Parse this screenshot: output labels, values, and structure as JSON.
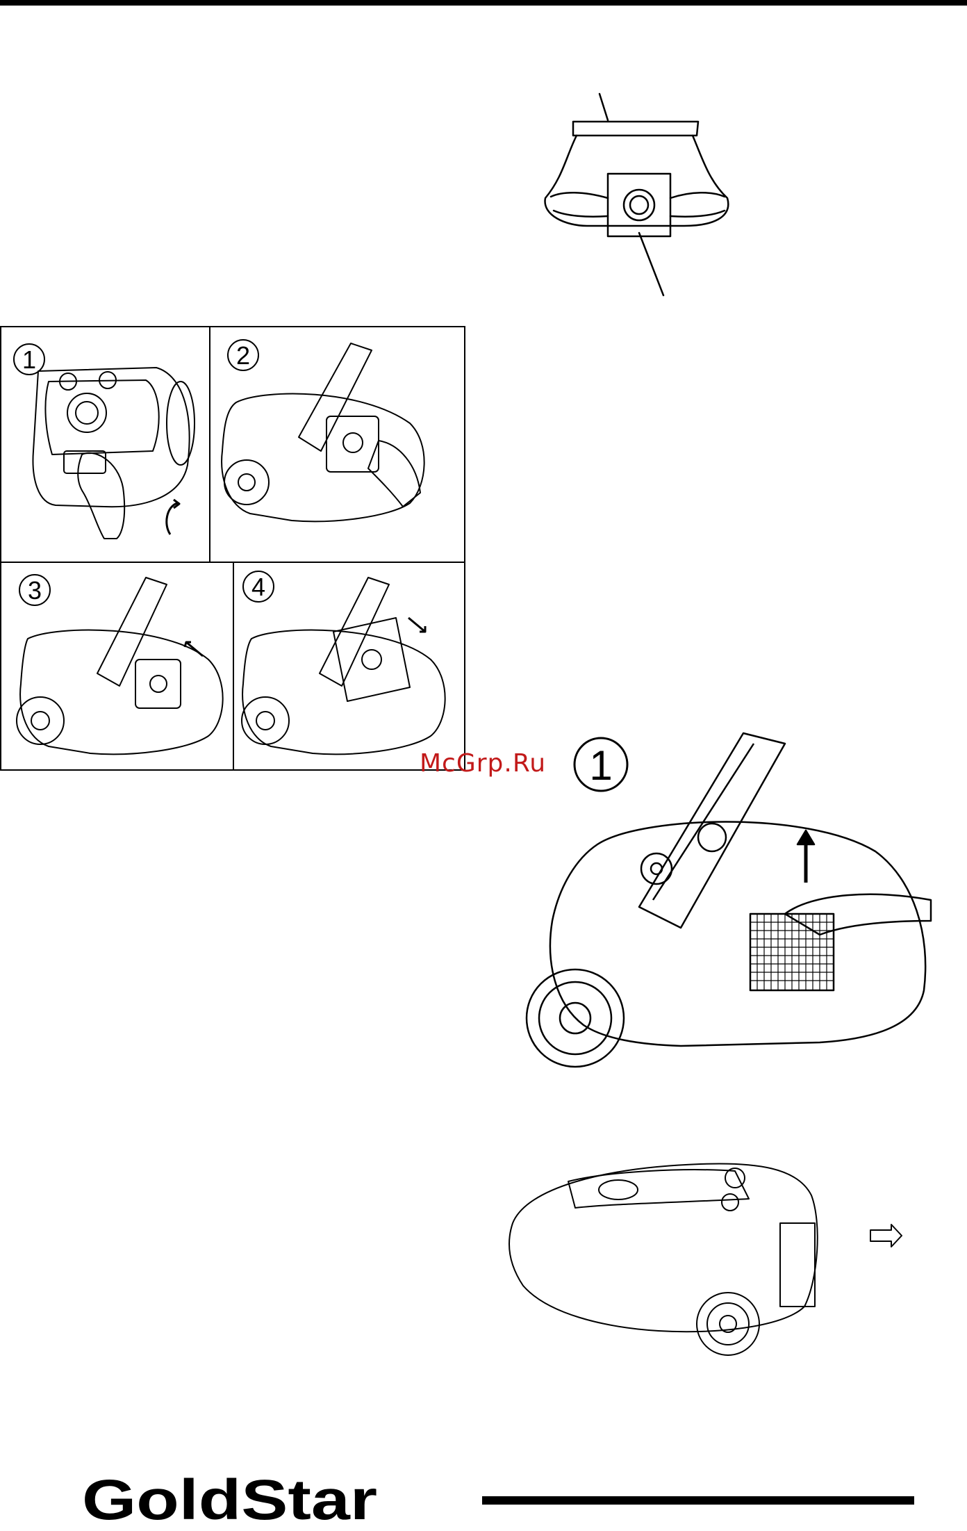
{
  "brand": {
    "logo_text": "GoldStar"
  },
  "watermark": {
    "text": "McGrp.Ru"
  },
  "steps_figure": {
    "panels": [
      {
        "number": "1"
      },
      {
        "number": "2"
      },
      {
        "number": "3"
      },
      {
        "number": "4"
      }
    ]
  },
  "large_figure": {
    "number": "1"
  },
  "icons": {
    "arrow_up": "arrow-up-icon",
    "arrow_right": "arrow-right-icon",
    "curved_arrow": "curved-arrow-icon"
  },
  "colors": {
    "watermark": "#c21a1a",
    "ink": "#000000",
    "paper": "#ffffff"
  }
}
